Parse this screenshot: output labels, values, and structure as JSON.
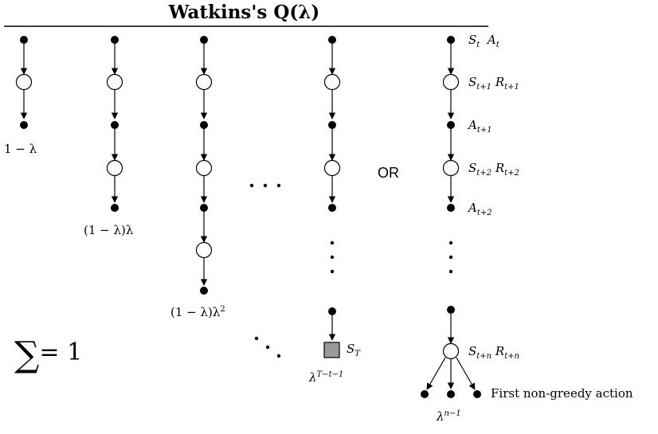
{
  "title": "Watkins's Q(λ)",
  "weights": {
    "w1": "1 − λ",
    "w2": "(1 − λ)λ",
    "w3_base": "(1 − λ)λ",
    "w3_exp": "2",
    "w4_base": "λ",
    "w4_exp": "T−t−1",
    "w5_base": "λ",
    "w5_exp": "n−1"
  },
  "sum_label": "= 1",
  "or_label": "OR",
  "terminal": {
    "var": "S",
    "sub": "T"
  },
  "right_labels": {
    "s_t": "S",
    "s_t_sub": "t",
    "a_t": "A",
    "a_t_sub": "t",
    "s_t1": "S",
    "s_t1_sub": "t+1",
    "r_t1": "R",
    "r_t1_sub": "t+1",
    "a_t1": "A",
    "a_t1_sub": "t+1",
    "s_t2": "S",
    "s_t2_sub": "t+2",
    "r_t2": "R",
    "r_t2_sub": "t+2",
    "a_t2": "A",
    "a_t2_sub": "t+2",
    "s_tn": "S",
    "s_tn_sub": "t+n",
    "r_tn": "R",
    "r_tn_sub": "t+n"
  },
  "first_non_greedy": "First non-greedy action"
}
